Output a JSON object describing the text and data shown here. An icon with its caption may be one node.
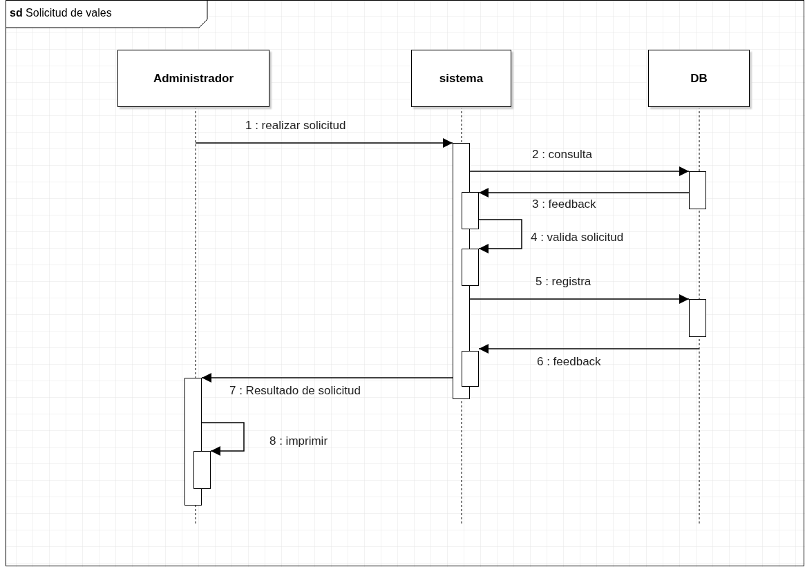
{
  "diagram": {
    "title": "**sd** Solicitud de vales",
    "nodes": [
      {
        "text": [
          "Administrador"
        ]
      },
      {
        "text": [
          "sistema"
        ]
      },
      {
        "text": [
          "DB"
        ]
      },
      {
        "text": [],
        "shape": "bar"
      },
      {
        "text": [],
        "shape": "bar"
      },
      {
        "text": [],
        "shape": "bar"
      },
      {
        "text": [],
        "shape": "bar"
      },
      {
        "text": [],
        "shape": "bar"
      },
      {
        "text": [],
        "shape": "bar"
      },
      {
        "text": [],
        "shape": "bar"
      },
      {
        "text": [],
        "shape": "bar"
      }
    ],
    "edges": [
      {
        "from": null,
        "to": 3,
        "arrow": "to",
        "label": "1 : realizar solicitud"
      },
      {
        "from": 3,
        "to": 4,
        "arrow": "to",
        "label": "2 : consulta"
      },
      {
        "from": 4,
        "to": 5,
        "arrow": "to",
        "label": "3 : feedback"
      },
      {
        "from": 5,
        "to": 6,
        "arrow": "to",
        "label": "4 : valida solicitud"
      },
      {
        "from": 3,
        "to": 7,
        "arrow": "to",
        "label": "5 : registra"
      },
      {
        "from": null,
        "to": 8,
        "arrow": "to",
        "label": "6 : feedback"
      },
      {
        "from": 3,
        "to": 9,
        "arrow": "to",
        "label": "7 : Resultado de solicitud"
      },
      {
        "from": 9,
        "to": 10,
        "arrow": "to",
        "label": "8 : imprimir"
      }
    ]
  }
}
